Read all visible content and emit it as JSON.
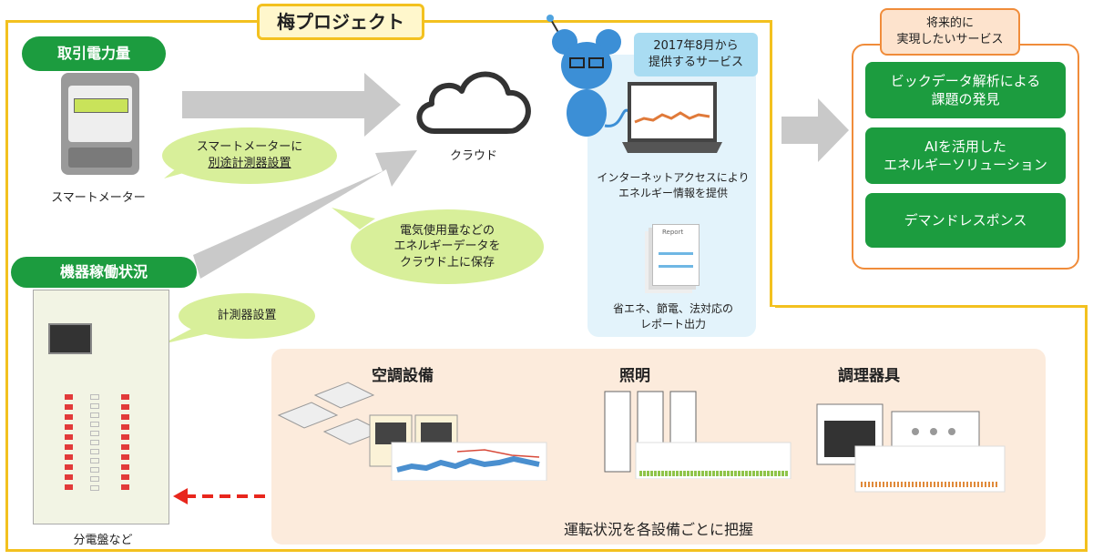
{
  "project": {
    "title": "梅プロジェクト"
  },
  "meter": {
    "pill": "取引電力量",
    "device_label": "スマートメーター",
    "callout_line1": "スマートメーターに",
    "callout_line2": "別途計測器設置"
  },
  "panel": {
    "pill": "機器稼働状況",
    "device_label": "分電盤など",
    "callout": "計測器設置"
  },
  "cloud": {
    "label": "クラウド",
    "callout_line1": "電気使用量などの",
    "callout_line2": "エネルギーデータを",
    "callout_line3": "クラウド上に保存"
  },
  "services_2017": {
    "head_line1": "2017年8月から",
    "head_line2": "提供するサービス",
    "laptop_caption_line1": "インターネットアクセスにより",
    "laptop_caption_line2": "エネルギー情報を提供",
    "report_word": "Report",
    "report_caption_line1": "省エネ、節電、法対応の",
    "report_caption_line2": "レポート出力"
  },
  "future": {
    "head_line1": "将来的に",
    "head_line2": "実現したいサービス",
    "item1_line1": "ビックデータ解析による",
    "item1_line2": "課題の発見",
    "item2_line1": "AIを活用した",
    "item2_line2": "エネルギーソリューション",
    "item3": "デマンドレスポンス"
  },
  "equipment": {
    "hvac": "空調設備",
    "lighting": "照明",
    "cooking": "調理器具",
    "footer": "運転状況を各設備ごとに把握"
  },
  "colors": {
    "green": "#1c9c3f",
    "yellow_frame": "#f3c11f",
    "orange": "#f08c3a",
    "light_green": "#d8ef9a",
    "light_blue": "#e3f3fb",
    "peach": "#fcebdc",
    "dash_red": "#e8261c"
  }
}
